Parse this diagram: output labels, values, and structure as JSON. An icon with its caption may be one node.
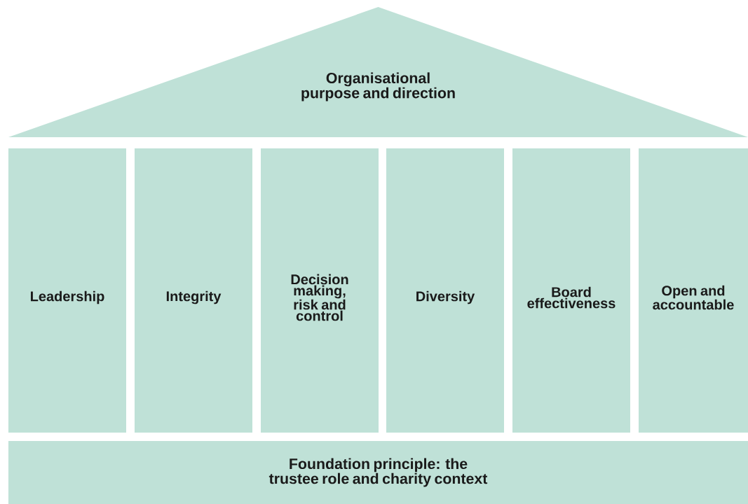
{
  "diagram": {
    "nodes": [
      {
        "text": [
          "Organisational purpose and direction"
        ]
      },
      {
        "text": [
          "Leadership"
        ]
      },
      {
        "text": [
          "Integrity"
        ]
      },
      {
        "text": [
          "Decision making, risk and control"
        ]
      },
      {
        "text": [
          "Diversity"
        ]
      },
      {
        "text": [
          "Board effectiveness"
        ]
      },
      {
        "text": [
          "Open and accountable"
        ]
      },
      {
        "text": [
          "Foundation principle: the trustee role and charity context"
        ]
      }
    ]
  }
}
